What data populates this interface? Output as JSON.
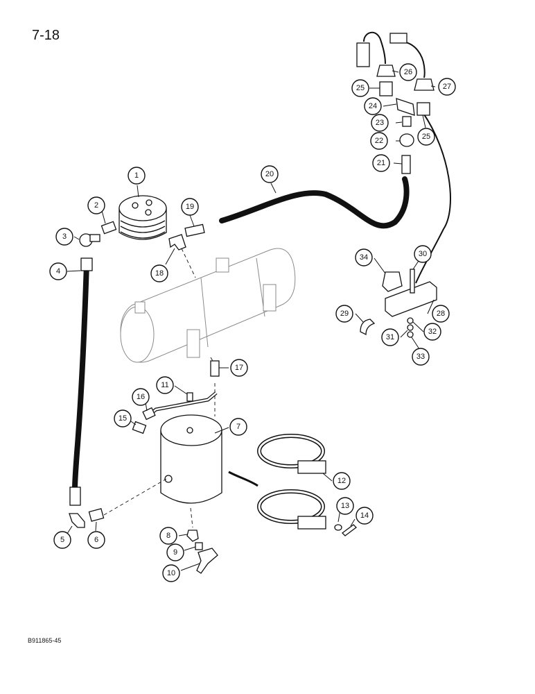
{
  "page": {
    "section_label": "7-18",
    "figure_code": "B911865-45"
  },
  "callouts": [
    {
      "id": "c1",
      "label": "1"
    },
    {
      "id": "c2",
      "label": "2"
    },
    {
      "id": "c3",
      "label": "3"
    },
    {
      "id": "c4",
      "label": "4"
    },
    {
      "id": "c5",
      "label": "5"
    },
    {
      "id": "c6",
      "label": "6"
    },
    {
      "id": "c7",
      "label": "7"
    },
    {
      "id": "c8",
      "label": "8"
    },
    {
      "id": "c9",
      "label": "9"
    },
    {
      "id": "c10",
      "label": "10"
    },
    {
      "id": "c11",
      "label": "11"
    },
    {
      "id": "c12",
      "label": "12"
    },
    {
      "id": "c13",
      "label": "13"
    },
    {
      "id": "c14",
      "label": "14"
    },
    {
      "id": "c15",
      "label": "15"
    },
    {
      "id": "c16",
      "label": "16"
    },
    {
      "id": "c17",
      "label": "17"
    },
    {
      "id": "c18",
      "label": "18"
    },
    {
      "id": "c19",
      "label": "19"
    },
    {
      "id": "c20",
      "label": "20"
    },
    {
      "id": "c21",
      "label": "21"
    },
    {
      "id": "c22",
      "label": "22"
    },
    {
      "id": "c23",
      "label": "23"
    },
    {
      "id": "c24",
      "label": "24"
    },
    {
      "id": "c25a",
      "label": "25"
    },
    {
      "id": "c25b",
      "label": "25"
    },
    {
      "id": "c26",
      "label": "26"
    },
    {
      "id": "c27",
      "label": "27"
    },
    {
      "id": "c28",
      "label": "28"
    },
    {
      "id": "c29",
      "label": "29"
    },
    {
      "id": "c30",
      "label": "30"
    },
    {
      "id": "c31",
      "label": "31"
    },
    {
      "id": "c32",
      "label": "32"
    },
    {
      "id": "c33",
      "label": "33"
    },
    {
      "id": "c34",
      "label": "34"
    }
  ]
}
